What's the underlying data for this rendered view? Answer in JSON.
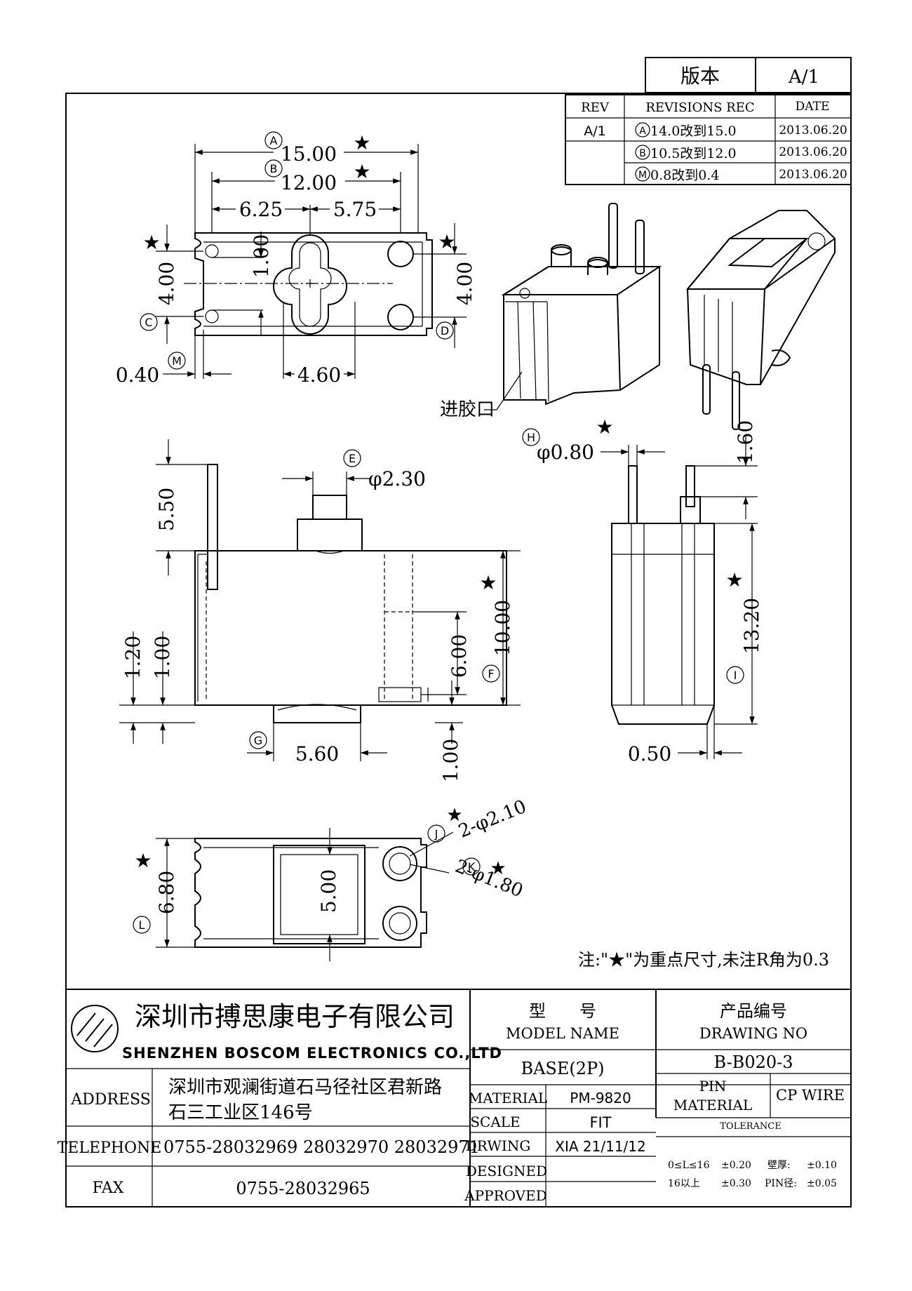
{
  "header": {
    "version_label": "版本",
    "version_value": "A/1"
  },
  "revisions": {
    "col_rev": "REV",
    "col_rec": "REVISIONS REC",
    "col_date": "DATE",
    "rev": "A/1",
    "rows": [
      {
        "mark": "A",
        "text": "14.0改到15.0",
        "date": "2013.06.20"
      },
      {
        "mark": "B",
        "text": "10.5改到12.0",
        "date": "2013.06.20"
      },
      {
        "mark": "M",
        "text": "0.8改到0.4",
        "date": "2013.06.20"
      }
    ]
  },
  "dimensions": {
    "top_view": {
      "overall": "15.00",
      "inner": "12.00",
      "left": "6.25",
      "right": "5.75",
      "pitch": "4.00",
      "pitch_right": "4.00",
      "slot": "1.00",
      "wall": "0.40",
      "hole_span": "4.60"
    },
    "front_view": {
      "pin_dia": "φ2.30",
      "pin_height": "5.50",
      "height": "10.00",
      "inner_height": "6.00",
      "step_a": "1.20",
      "step_b": "1.00",
      "foot_width": "5.60",
      "foot_height": "1.00"
    },
    "side_view": {
      "pin_dia": "φ0.80",
      "pin_top": "1.60",
      "height": "13.20",
      "foot": "0.50"
    },
    "bottom_view": {
      "width": "6.80",
      "window": "5.00",
      "hole_a": "2-φ2.10",
      "hole_b": "2-φ1.80"
    },
    "marks": {
      "A": "A",
      "B": "B",
      "C": "C",
      "D": "D",
      "E": "E",
      "F": "F",
      "G": "G",
      "H": "H",
      "I": "I",
      "J": "J",
      "K": "K",
      "L": "L",
      "M": "M"
    },
    "gate_label": "进胶口"
  },
  "note": "注:\"★\"为重点尺寸,未注R角为0.3",
  "title_block": {
    "company_cn": "深圳市搏思康电子有限公司",
    "company_en": "SHENZHEN BOSCOM ELECTRONICS CO.,LTD",
    "address_label": "ADDRESS",
    "address_line1": "深圳市观澜街道石马径社区君新路",
    "address_line2": "石三工业区146号",
    "telephone_label": "TELEPHONE",
    "telephone": "0755-28032969 28032970 28032971",
    "fax_label": "FAX",
    "fax": "0755-28032965",
    "model_label_cn": "型　　号",
    "model_label_en": "MODEL NAME",
    "model_value": "BASE(2P)",
    "drawing_label_cn": "产品编号",
    "drawing_label_en": "DRAWING NO",
    "drawing_value": "B-B020-3",
    "material_label": "MATERIAL",
    "material_value": "PM-9820",
    "scale_label": "SCALE",
    "scale_value": "FIT",
    "drawing_by_label": "DRWING",
    "drawing_by_value": "XIA 21/11/12",
    "designed_label": "DESIGNED",
    "approved_label": "APPROVED",
    "pin_material_label_1": "PIN",
    "pin_material_label_2": "MATERIAL",
    "pin_material_value": "CP WIRE",
    "tolerance_label": "TOLERANCE",
    "tol_line1_a": "0≤L≤16",
    "tol_line1_b": "±0.20",
    "tol_line1_c": "壁厚:",
    "tol_line1_d": "±0.10",
    "tol_line2_a": "16以上",
    "tol_line2_b": "±0.30",
    "tol_line2_c": "PIN径:",
    "tol_line2_d": "±0.05"
  }
}
